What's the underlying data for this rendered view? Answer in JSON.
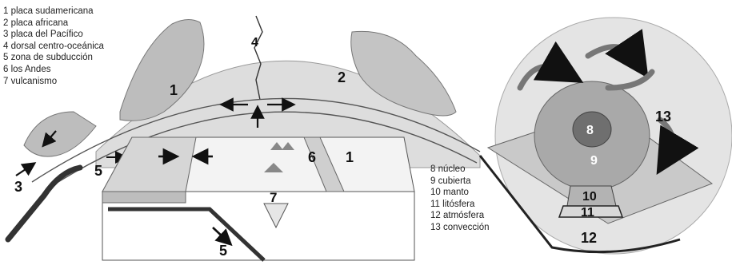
{
  "legend_left": [
    "1 placa sudamericana",
    "2 placa africana",
    "3 placa del Pacífico",
    "4 dorsal centro-oceánica",
    "5 zona de subducción",
    "6 los Andes",
    "7 vulcanismo"
  ],
  "legend_right": [
    "8 núcleo",
    "9 cubierta",
    "10 manto",
    "11 litósfera",
    "12 atmósfera",
    "13 convección"
  ],
  "markers": {
    "m1a": "1",
    "m1b": "1",
    "m2": "2",
    "m3": "3",
    "m4": "4",
    "m5a": "5",
    "m5b": "5",
    "m6": "6",
    "m7": "7",
    "m8": "8",
    "m9": "9",
    "m10": "10",
    "m11": "11",
    "m12": "12",
    "m13": "13"
  }
}
